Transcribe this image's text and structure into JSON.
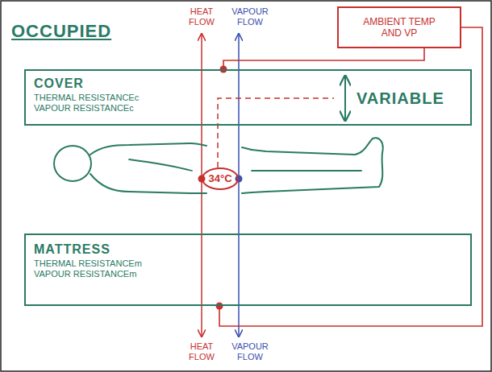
{
  "diagram": {
    "title": "OCCUPIED",
    "nodes": [
      {
        "text": [
          "AMBIENT TEMP AND VP"
        ]
      },
      {
        "text": [
          "COVER",
          "THERMAL RESISTANCEc",
          "VAPOUR RESISTANCEc"
        ]
      },
      {
        "text": [
          "34°C"
        ]
      },
      {
        "text": [
          "MATTRESS",
          "THERMAL RESISTANCEm",
          "VAPOUR RESISTANCEm"
        ]
      }
    ],
    "edges": [
      {
        "from": 0,
        "to": 1,
        "arrow": "none"
      },
      {
        "from": 0,
        "to": 3,
        "arrow": "none"
      }
    ],
    "labels": [
      "HEAT FLOW",
      "VAPOUR FLOW",
      "VARIABLE",
      "HEAT FLOW",
      "VAPOUR FLOW"
    ]
  }
}
